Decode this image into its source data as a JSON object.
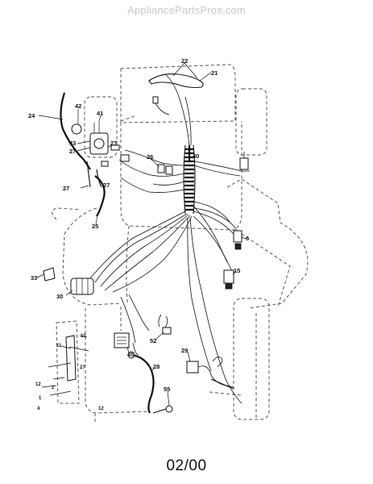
{
  "watermark": "AppliancePartsPros.com",
  "date_code": "02/00",
  "callouts": [
    "22",
    "21",
    "42",
    "41",
    "24",
    "43",
    "27",
    "27",
    "26",
    "40",
    "27",
    "27",
    "25",
    "6",
    "15",
    "33",
    "30",
    "10",
    "11",
    "52",
    "45",
    "29",
    "28",
    "27",
    "12",
    "2",
    "1",
    "4",
    "12",
    "55"
  ]
}
